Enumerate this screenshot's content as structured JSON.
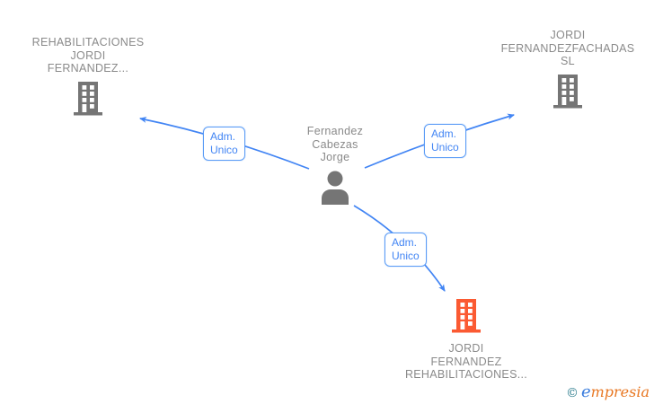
{
  "diagram": {
    "person": {
      "line1": "Fernandez",
      "line2": "Cabezas",
      "line3": "Jorge"
    },
    "companies": [
      {
        "line1": "REHABILITACIONES",
        "line2": "JORDI",
        "line3": "FERNANDEZ..."
      },
      {
        "line1": "JORDI",
        "line2": "FERNANDEZFACHADAS",
        "line3": "SL"
      },
      {
        "line1": "JORDI",
        "line2": "FERNANDEZ",
        "line3": "REHABILITACIONES..."
      }
    ],
    "edges": [
      {
        "line1": "Adm.",
        "line2": "Unico"
      },
      {
        "line1": "Adm.",
        "line2": "Unico"
      },
      {
        "line1": "Adm.",
        "line2": "Unico"
      }
    ]
  },
  "watermark": {
    "copyright": "©",
    "brand_initial": "e",
    "brand_rest": "mpresia"
  },
  "colors": {
    "accent": "#4285f4",
    "label_border": "#5b9cf6",
    "node_text": "#8a8a8a",
    "icon_gray": "#757575",
    "icon_orange": "#fb5a32",
    "logo_teal": "#2a7b8c",
    "logo_blue": "#3b7ddd",
    "logo_orange": "#e87722",
    "bg": "#ffffff"
  }
}
